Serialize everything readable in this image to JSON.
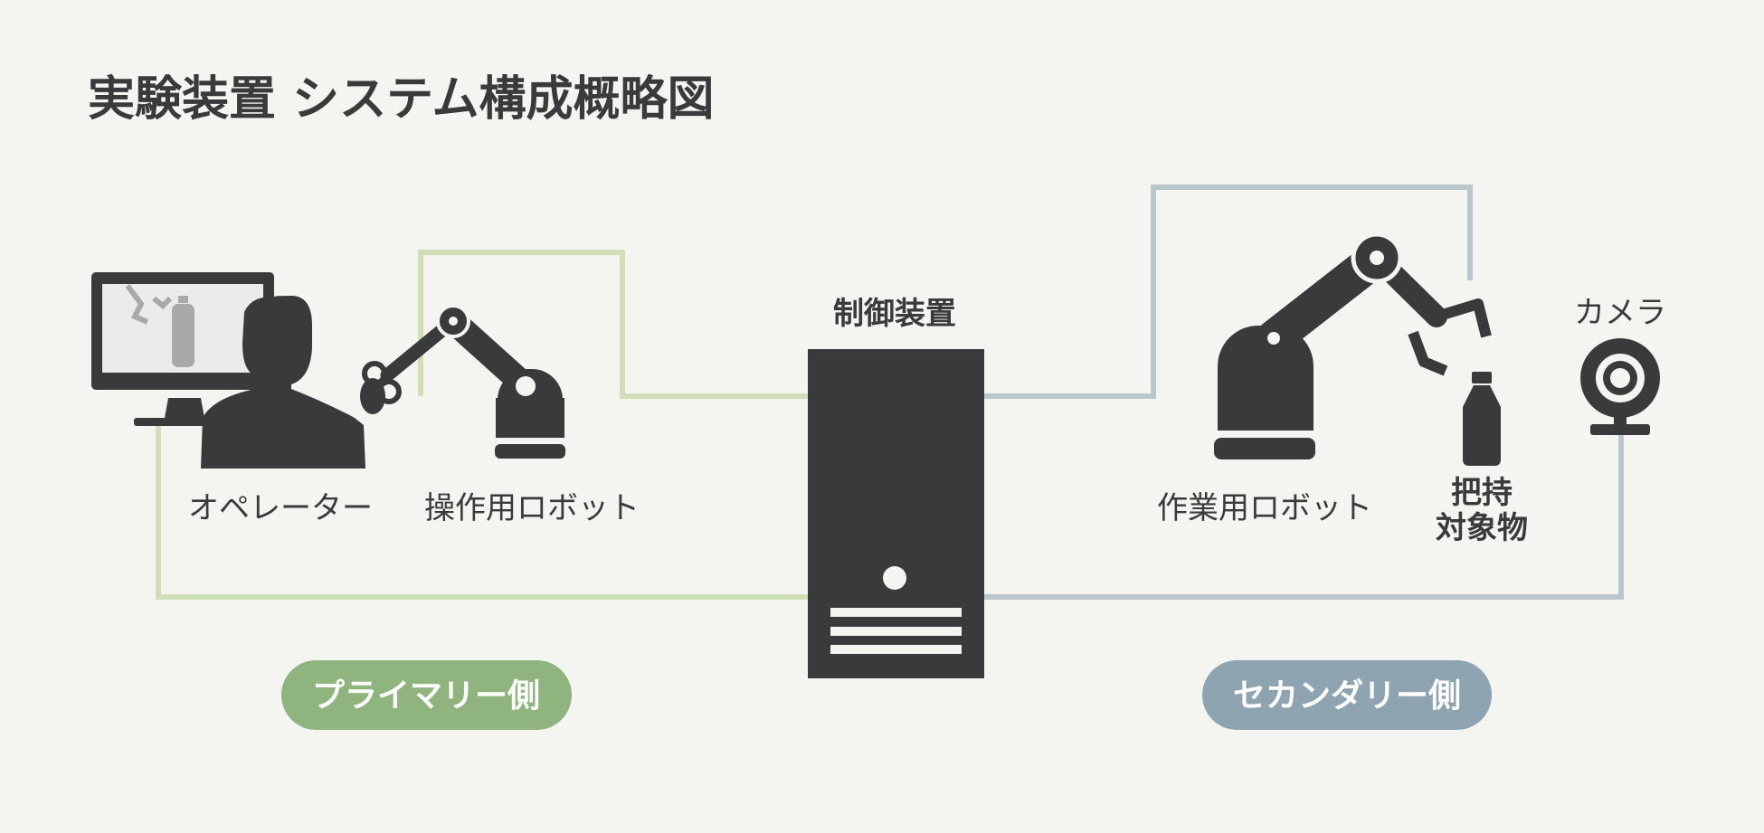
{
  "title": "実験装置 システム構成概略図",
  "labels": {
    "operator": "オペレーター",
    "operation_robot": "操作用ロボット",
    "controller": "制御装置",
    "work_robot": "作業用ロボット",
    "grasp_object_line1": "把持",
    "grasp_object_line2": "対象物",
    "camera": "カメラ"
  },
  "sides": {
    "primary": "プライマリー側",
    "secondary": "セカンダリー側"
  },
  "colors": {
    "background": "#f4f4f0",
    "dark": "#383a3c",
    "primary_line": "#cfe0b8",
    "primary_pill": "#8fb47e",
    "secondary_line": "#b9c6cc",
    "secondary_pill": "#8ea4b0"
  },
  "icons": [
    "monitor-icon",
    "operator-silhouette-icon",
    "operation-robot-icon",
    "controller-tower-icon",
    "work-robot-icon",
    "bottle-icon",
    "camera-icon"
  ]
}
